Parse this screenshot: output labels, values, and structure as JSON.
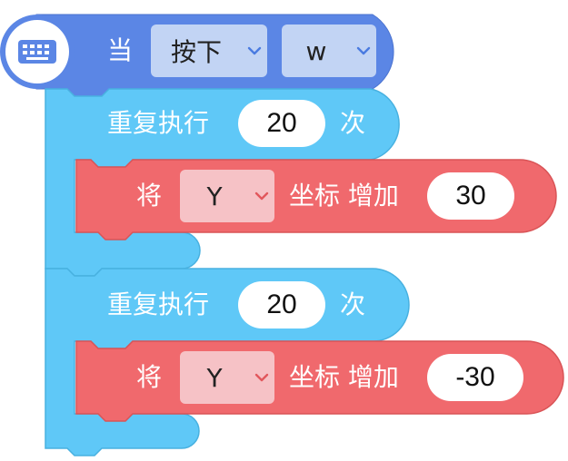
{
  "event_block": {
    "label": "当",
    "key_action_value": "按下",
    "key_value": "w",
    "icon": "keyboard-icon"
  },
  "repeat_blocks": [
    {
      "label_prefix": "重复执行",
      "times": "20",
      "label_suffix": "次",
      "inner": {
        "label_prefix": "将",
        "axis_value": "Y",
        "label_middle": "坐标 增加",
        "amount": "30"
      }
    },
    {
      "label_prefix": "重复执行",
      "times": "20",
      "label_suffix": "次",
      "inner": {
        "label_prefix": "将",
        "axis_value": "Y",
        "label_middle": "坐标 增加",
        "amount": "-30"
      }
    }
  ],
  "colors": {
    "event": "#5b86e5",
    "control": "#5fc8f7",
    "motion": "#f0696d"
  }
}
